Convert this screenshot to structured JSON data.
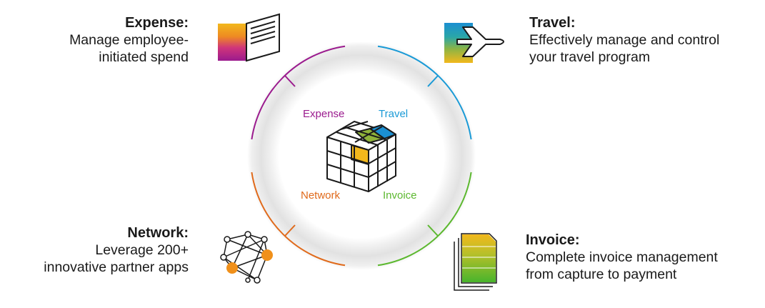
{
  "diagram": {
    "segments": [
      {
        "key": "expense",
        "color": "#9b1b8e",
        "title": "Expense:",
        "desc_lines": [
          "Manage employee-",
          "initiated spend"
        ],
        "inner_label": "Expense",
        "icon": "expense-cards-icon"
      },
      {
        "key": "travel",
        "color": "#1a9ad6",
        "title": "Travel:",
        "desc_lines": [
          "Effectively manage and control",
          "your travel program"
        ],
        "inner_label": "Travel",
        "icon": "airplane-icon"
      },
      {
        "key": "network",
        "color": "#e06a1b",
        "title": "Network:",
        "desc_lines": [
          "Leverage 200+",
          "innovative partner apps"
        ],
        "inner_label": "Network",
        "icon": "network-graph-icon"
      },
      {
        "key": "invoice",
        "color": "#5cb82f",
        "title": "Invoice:",
        "desc_lines": [
          "Complete invoice management",
          "from capture to payment"
        ],
        "inner_label": "Invoice",
        "icon": "invoice-documents-icon"
      }
    ],
    "center_icon": "rubiks-cube-icon",
    "palette": {
      "orange": "#f0a020",
      "magenta": "#a3198c",
      "yellow": "#f2b81c",
      "blue": "#1b8fd2",
      "green": "#58b82c",
      "ring_shadow": "#e8e8e8"
    }
  }
}
